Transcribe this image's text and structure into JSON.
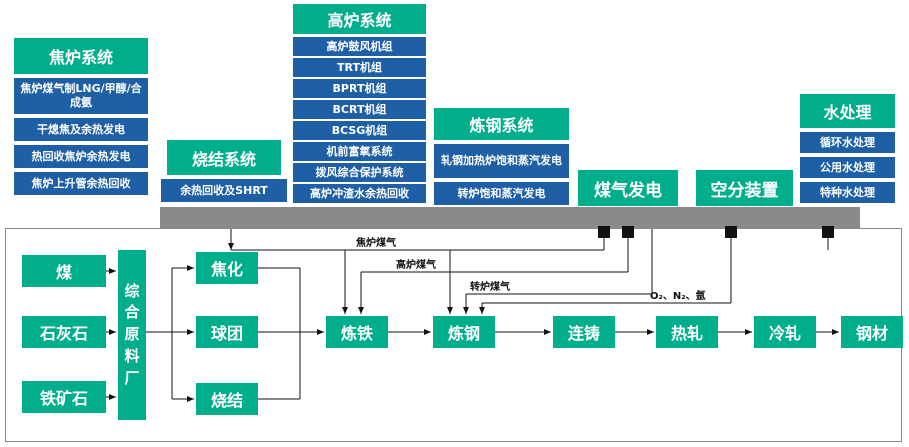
{
  "colors": {
    "green": "#00AE8C",
    "blue": "#1E5FA5",
    "bar_gray": "#8A8A8A",
    "panel_border": "#8A8A8A",
    "ink": "#111111"
  },
  "groups": {
    "coke_oven": {
      "title": "焦炉系统",
      "items": [
        "焦炉煤气制LNG/甲醇/合成氨",
        "干熄焦及余热发电",
        "热回收焦炉余热发电",
        "焦炉上升管余热回收"
      ]
    },
    "sintering": {
      "title": "烧结系统",
      "items": [
        "余热回收及SHRT"
      ]
    },
    "blast_furnace": {
      "title": "高炉系统",
      "items": [
        "高炉鼓风机组",
        "TRT机组",
        "BPRT机组",
        "BCRT机组",
        "BCSG机组",
        "机前富氧系统",
        "拨风综合保护系统",
        "高炉冲渣水余热回收"
      ]
    },
    "steelmaking": {
      "title": "炼钢系统",
      "items": [
        "轧钢加热炉饱和蒸汽发电",
        "转炉饱和蒸汽发电"
      ]
    },
    "gas_power": {
      "title": "煤气发电"
    },
    "air_separation": {
      "title": "空分装置"
    },
    "water": {
      "title": "水处理",
      "items": [
        "循环水处理",
        "公用水处理",
        "特种水处理"
      ]
    }
  },
  "flow": {
    "nodes": {
      "coal": "煤",
      "limestone": "石灰石",
      "iron_ore": "铁矿石",
      "raw_material": "综合原料厂",
      "coking": "焦化",
      "pellet": "球团",
      "sinter": "烧结",
      "ironmaking": "炼铁",
      "steelmaking": "炼钢",
      "casting": "连铸",
      "hot_rolling": "热轧",
      "cold_rolling": "冷轧",
      "steel": "钢材"
    },
    "labels": {
      "coke_gas": "焦炉煤气",
      "bf_gas": "高炉煤气",
      "converter_gas": "转炉煤气",
      "gases": "O₂、N₂、氩"
    }
  }
}
